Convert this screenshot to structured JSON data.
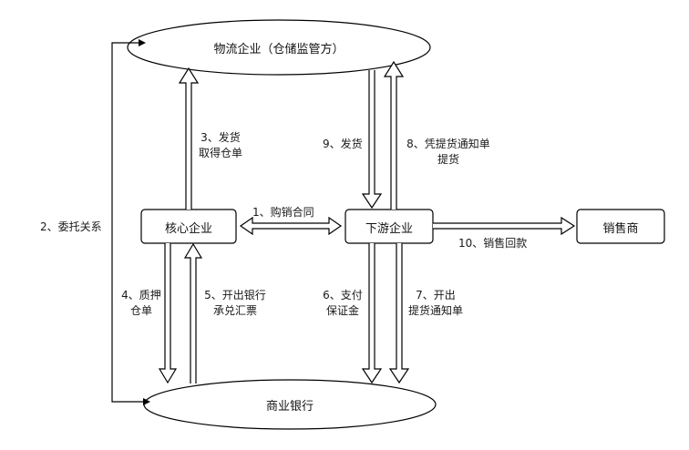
{
  "nodes": {
    "logistics": "物流企业（仓储监管方）",
    "core": "核心企业",
    "downstream": "下游企业",
    "seller": "销售商",
    "bank": "商业银行"
  },
  "edges": {
    "e1": "1、购销合同",
    "e2": "2、委托关系",
    "e3": "3、发货\n取得仓单",
    "e4": "4、质押\n仓单",
    "e5": "5、开出银行\n承兑汇票",
    "e6": "6、支付\n保证金",
    "e7": "7、开出\n提货通知单",
    "e8": "8、凭提货通知单\n提货",
    "e9": "9、发货",
    "e10": "10、销售回款"
  },
  "colors": {
    "stroke": "#000000",
    "fill": "#ffffff",
    "text": "#1a1a1a"
  }
}
